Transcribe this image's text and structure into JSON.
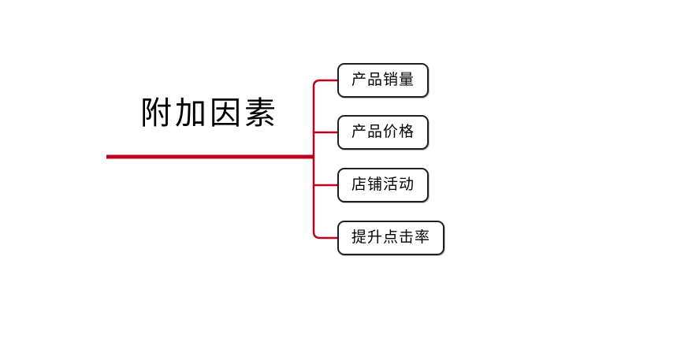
{
  "diagram": {
    "root": {
      "label": "附加因素"
    },
    "children": [
      {
        "label": "产品销量"
      },
      {
        "label": "产品价格"
      },
      {
        "label": "店铺活动"
      },
      {
        "label": "提升点击率"
      }
    ],
    "colors": {
      "branch": "#c00021",
      "node_border": "#1f1f1f",
      "text": "#000000",
      "background": "#ffffff"
    }
  }
}
